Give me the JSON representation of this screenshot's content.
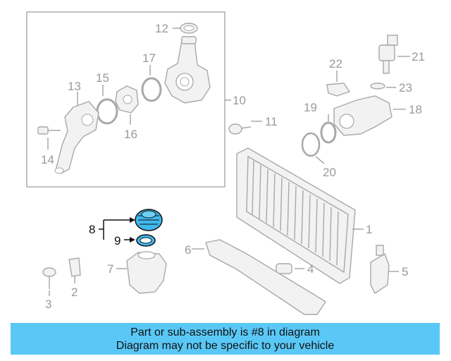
{
  "colors": {
    "highlight": "#3fb8ee",
    "banner_bg": "#5ac8f6",
    "faded_stroke": "#a8a8a8",
    "callout_faded": "#9a9a9a",
    "callout_active": "#111111"
  },
  "callouts": {
    "c1": "1",
    "c2": "2",
    "c3": "3",
    "c4": "4",
    "c5": "5",
    "c6": "6",
    "c7": "7",
    "c8": "8",
    "c9": "9",
    "c10": "10",
    "c11": "11",
    "c12": "12",
    "c13": "13",
    "c14": "14",
    "c15": "15",
    "c16": "16",
    "c17": "17",
    "c18": "18",
    "c19": "19",
    "c20": "20",
    "c21": "21",
    "c22": "22",
    "c23": "23"
  },
  "highlighted_parts": [
    "8",
    "9"
  ],
  "banner": {
    "line1": "Part or sub-assembly is #8 in diagram",
    "line2": "Diagram may not be specific to your vehicle"
  }
}
